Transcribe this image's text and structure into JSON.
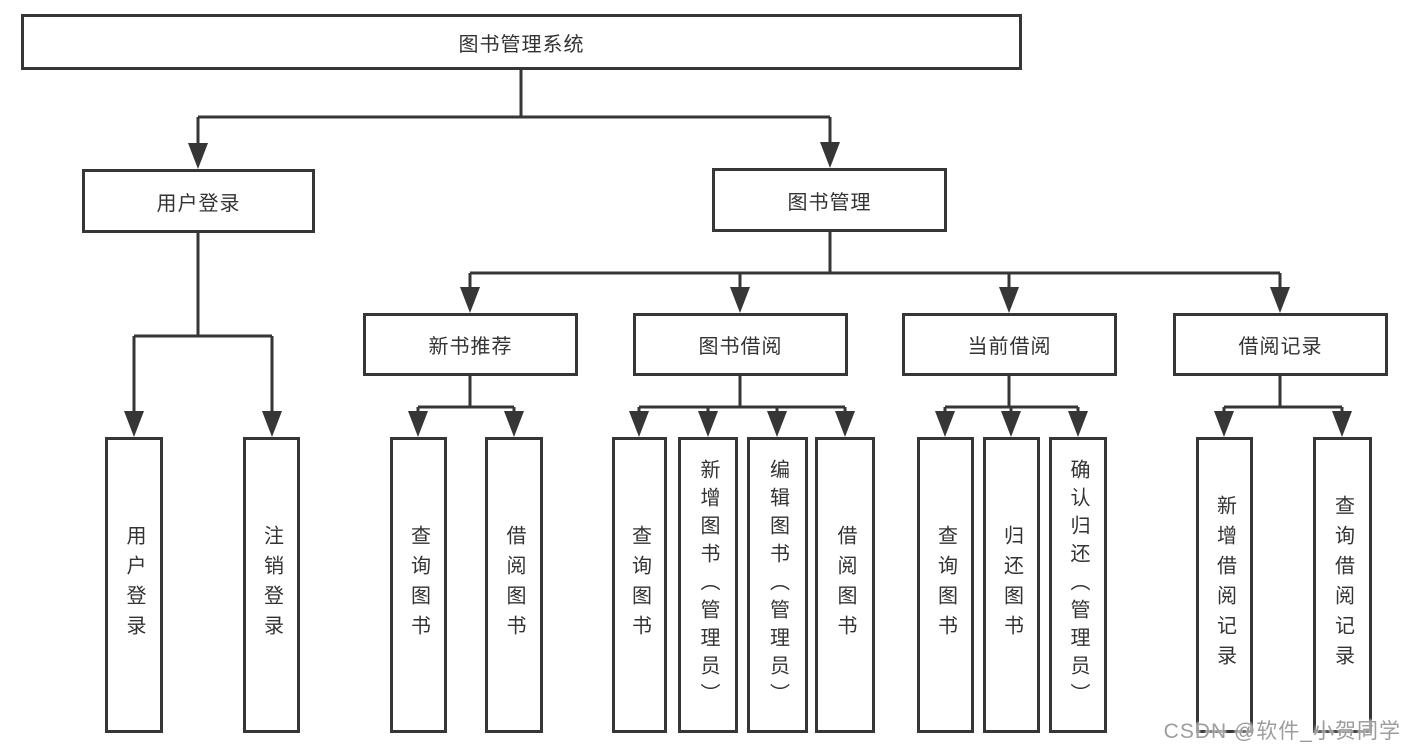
{
  "diagram": {
    "root": {
      "label": "图书管理系统"
    },
    "level2": [
      {
        "label": "用户登录"
      },
      {
        "label": "图书管理"
      }
    ],
    "level3": [
      {
        "label": "新书推荐"
      },
      {
        "label": "图书借阅"
      },
      {
        "label": "当前借阅"
      },
      {
        "label": "借阅记录"
      }
    ],
    "leaves": {
      "user_login": [
        "用户登录",
        "注销登录"
      ],
      "new_book": [
        "查询图书",
        "借阅图书"
      ],
      "book_borrow": [
        "查询图书",
        "新增图书（管理员）",
        "编辑图书（管理员）",
        "借阅图书"
      ],
      "current_borrow": [
        "查询图书",
        "归还图书",
        "确认归还（管理员）"
      ],
      "borrow_records": [
        "新增借阅记录",
        "查询借阅记录"
      ]
    }
  },
  "watermark": {
    "text": "CSDN @软件_小贺同学"
  },
  "colors": {
    "line": "#363636",
    "box_border": "#363636",
    "text": "#333333",
    "watermark_text": "#9d9d9d",
    "background": "#ffffff"
  }
}
